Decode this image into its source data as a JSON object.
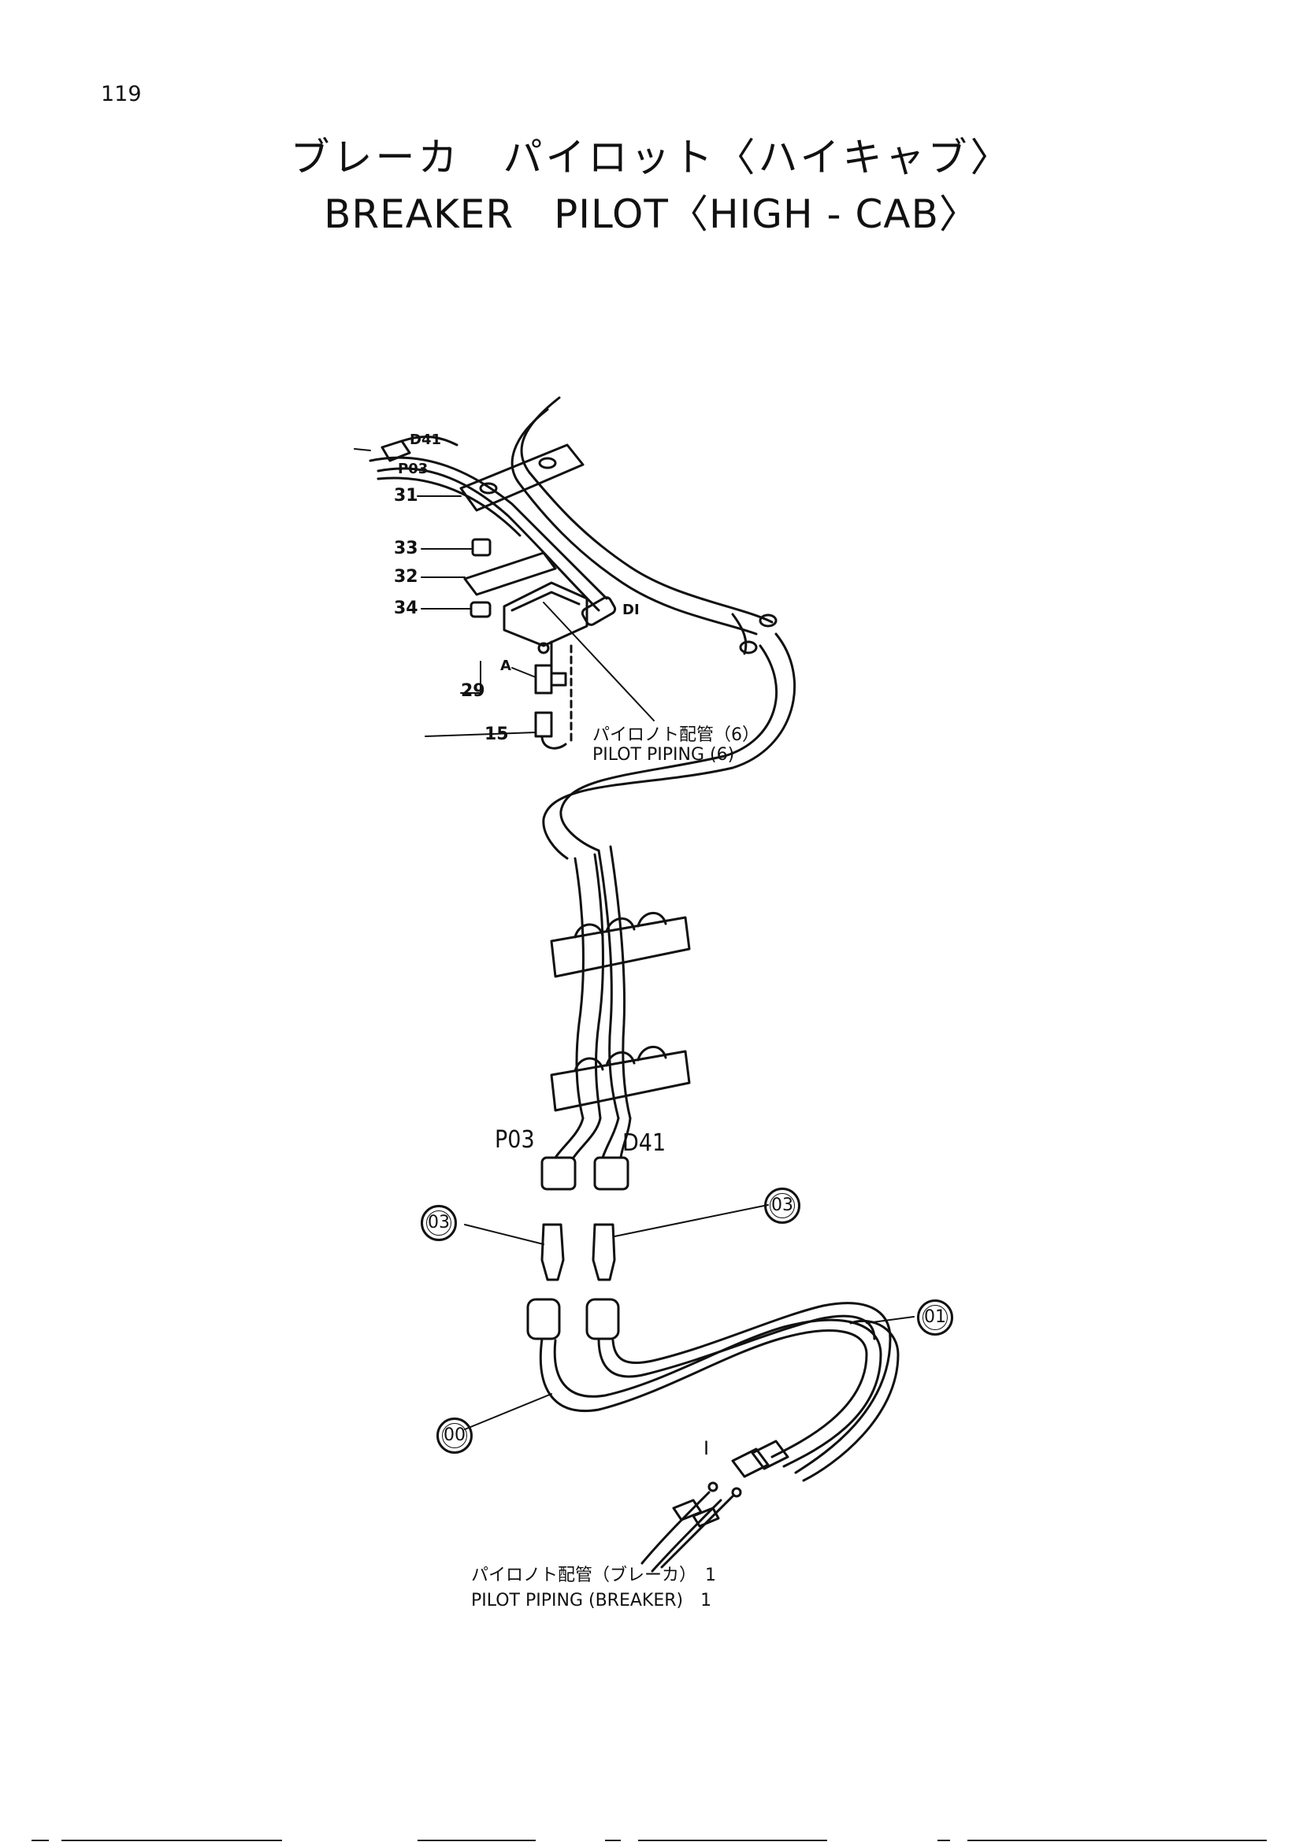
{
  "page": {
    "number": "119"
  },
  "title": {
    "japanese": "ブレーカ　パイロット〈ハイキャブ〉",
    "english": "BREAKER　PILOT〈HIGH - CAB〉"
  },
  "callouts": {
    "d41_top": "D41",
    "p03_top": "P03",
    "n31": "31",
    "n33": "33",
    "n32": "32",
    "n34": "34",
    "n29": "29",
    "n15": "15",
    "a": "A",
    "di": "DI",
    "p03_bottom": "P03",
    "d41_bottom": "D41",
    "c03_left": "03",
    "c03_right": "03",
    "c01": "01",
    "c00": "00",
    "i_mark": "I"
  },
  "captions": {
    "pilot_piping_6_ja": "パイロノト配管（6）",
    "pilot_piping_6_en": "PILOT PIPING (6)",
    "pilot_piping_breaker_ja": "パイロノト配管（ブレーカ）　1",
    "pilot_piping_breaker_en": "PILOT PIPING (BREAKER)　1"
  }
}
